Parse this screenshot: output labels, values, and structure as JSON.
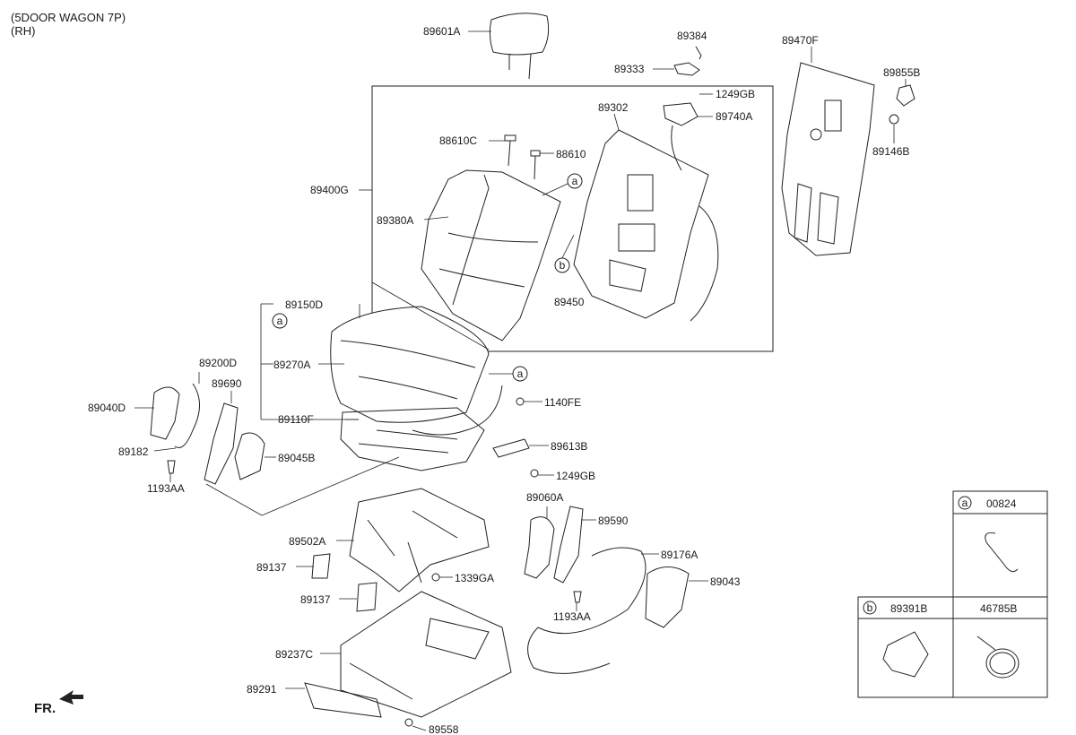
{
  "header": {
    "line1": "(5DOOR WAGON 7P)",
    "line2": "(RH)"
  },
  "fr_label": "FR.",
  "labels": {
    "p89601A": "89601A",
    "p89384": "89384",
    "p89333": "89333",
    "p89470F": "89470F",
    "p89855B": "89855B",
    "p89302": "89302",
    "p1249GB_a": "1249GB",
    "p89740A": "89740A",
    "p89146B": "89146B",
    "p88610C": "88610C",
    "p88610": "88610",
    "p89400G": "89400G",
    "p89380A": "89380A",
    "p89450": "89450",
    "p89150D": "89150D",
    "p89200D": "89200D",
    "p89270A": "89270A",
    "p89040D": "89040D",
    "p89690": "89690",
    "p1140FE": "1140FE",
    "p89110F": "89110F",
    "p89613B": "89613B",
    "p89182": "89182",
    "p89045B": "89045B",
    "p1249GB_b": "1249GB",
    "p1193AA_a": "1193AA",
    "p89060A": "89060A",
    "p89590": "89590",
    "p89502A": "89502A",
    "p89176A": "89176A",
    "p89137_a": "89137",
    "p1339GA": "1339GA",
    "p89043": "89043",
    "p89137_b": "89137",
    "p1193AA_b": "1193AA",
    "p89237C": "89237C",
    "p89291": "89291",
    "p89558": "89558"
  },
  "callouts": {
    "a": "a",
    "b": "b"
  },
  "legend": {
    "a_letter": "a",
    "a_part": "00824",
    "b_letter": "b",
    "b_part1": "89391B",
    "b_part2": "46785B"
  },
  "colors": {
    "line": "#222222",
    "background": "#ffffff"
  }
}
